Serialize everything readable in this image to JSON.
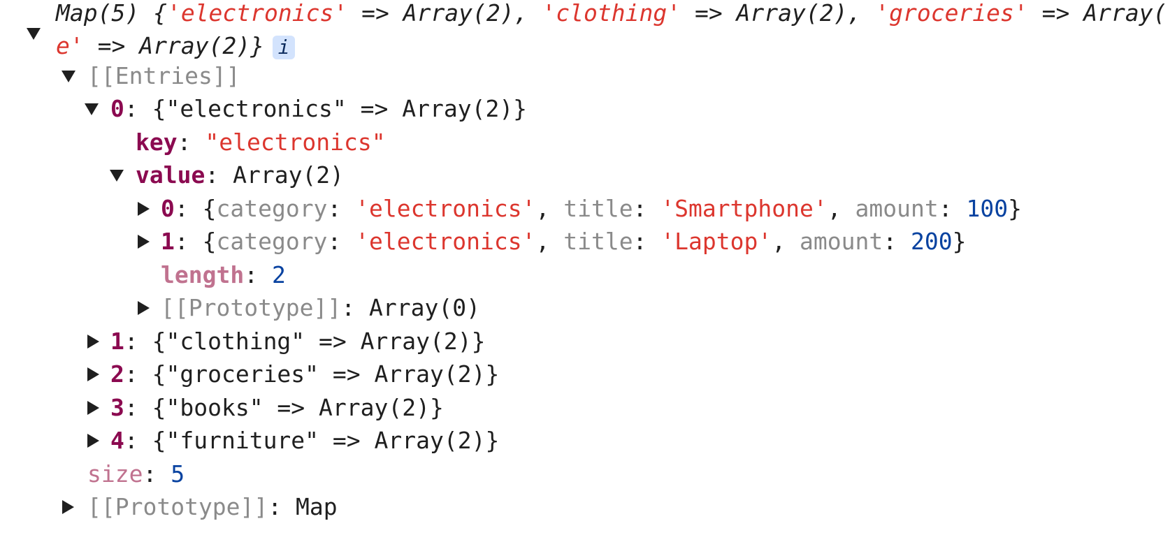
{
  "summary": {
    "line1": {
      "prefix": "Map(5) {",
      "k1": "'electronics'",
      "a1": " => Array(2), ",
      "k2": "'clothing'",
      "a2": " => Array(2), ",
      "k3": "'groceries'",
      "a3": " => Array("
    },
    "line2": {
      "k": "e'",
      "a": " => Array(2)}"
    },
    "info_badge": "i"
  },
  "entries_label": "[[Entries]]",
  "entry0": {
    "index": "0",
    "preview": "{\"electronics\" => Array(2)}",
    "key_label": "key",
    "key_value": "\"electronics\"",
    "value_label": "value",
    "value_type": "Array(2)",
    "items": [
      {
        "index": "0",
        "cat_key": "category",
        "cat_val": "'electronics'",
        "title_key": "title",
        "title_val": "'Smartphone'",
        "amount_key": "amount",
        "amount_val": "100"
      },
      {
        "index": "1",
        "cat_key": "category",
        "cat_val": "'electronics'",
        "title_key": "title",
        "title_val": "'Laptop'",
        "amount_key": "amount",
        "amount_val": "200"
      }
    ],
    "length_label": "length",
    "length_value": "2",
    "proto_label": "[[Prototype]]",
    "proto_value": "Array(0)"
  },
  "collapsed_entries": [
    {
      "index": "1",
      "preview": "{\"clothing\" => Array(2)}"
    },
    {
      "index": "2",
      "preview": "{\"groceries\" => Array(2)}"
    },
    {
      "index": "3",
      "preview": "{\"books\" => Array(2)}"
    },
    {
      "index": "4",
      "preview": "{\"furniture\" => Array(2)}"
    }
  ],
  "size_label": "size",
  "size_value": "5",
  "proto_label": "[[Prototype]]",
  "proto_value": "Map",
  "colors": {
    "string": "#dc362e",
    "key": "#8b0a50",
    "number": "#0842a0",
    "muted": "#8a8a8a",
    "internal": "#c0728f"
  }
}
